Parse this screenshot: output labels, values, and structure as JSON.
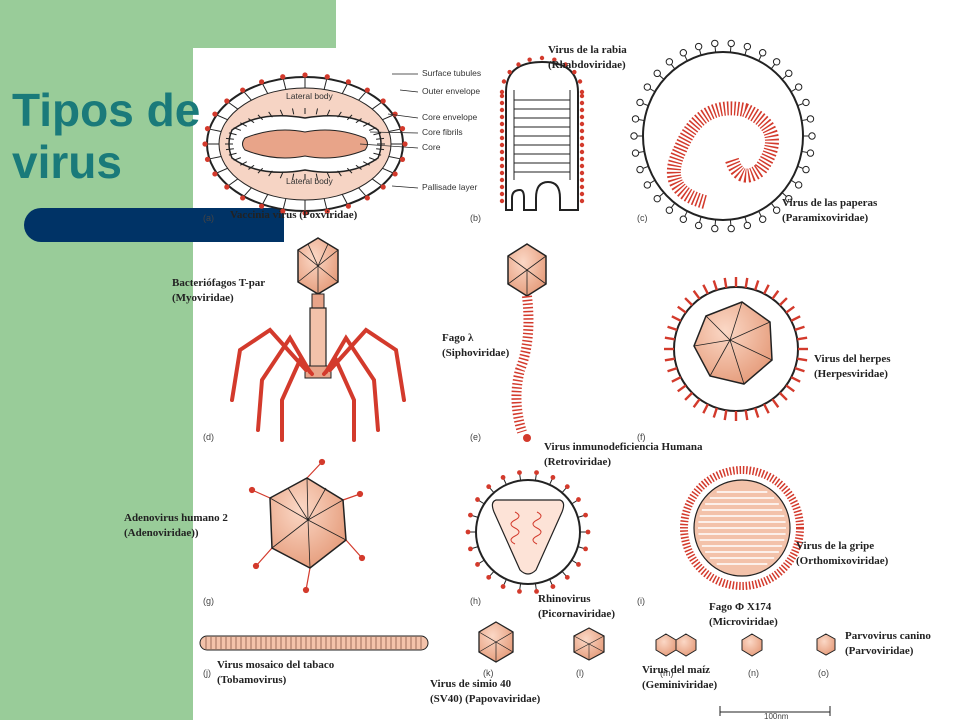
{
  "slide": {
    "title_line1": "Tipos de",
    "title_line2": "virus"
  },
  "colors": {
    "green": "#99cc99",
    "navy": "#003366",
    "title": "#1a7a7a",
    "capsid_fill": "#f0b49a",
    "spike_red": "#d33a2c"
  },
  "panels": [
    "(a)",
    "(b)",
    "(c)",
    "(d)",
    "(e)",
    "(f)",
    "(g)",
    "(h)",
    "(i)",
    "(j)",
    "(k)",
    "(l)",
    "(m)",
    "(n)",
    "(o)"
  ],
  "vaccinia_parts": {
    "surface_tubules": "Surface tubules",
    "outer_envelope": "Outer envelope",
    "core_envelope": "Core envelope",
    "core_fibrils": "Core fibrils",
    "core": "Core",
    "palisade_layer": "Pallisade layer",
    "lateral_body_top": "Lateral body",
    "lateral_body_bottom": "Lateral body"
  },
  "labels": {
    "rabia": {
      "line1": "Virus de la rabia",
      "line2": "(Rhabdoviridae)"
    },
    "vaccinia": {
      "line1": "Vaccinia virus (Poxviridae)"
    },
    "paperas": {
      "line1": "Virus de las paperas",
      "line2": "(Paramixoviridae)"
    },
    "bacteriofagos": {
      "line1": "Bacteriófagos T-par",
      "line2": "(Myoviridae)"
    },
    "fago_lambda": {
      "line1": "Fago λ",
      "line2": "(Siphoviridae)"
    },
    "herpes": {
      "line1": "Virus del herpes",
      "line2": "(Herpesviridae)"
    },
    "vih": {
      "line1": "Virus inmunodeficiencia Humana",
      "line2": "(Retroviridae)"
    },
    "adenovirus": {
      "line1": "Adenovirus humano 2",
      "line2": "(Adenoviridae))"
    },
    "gripe": {
      "line1": "Virus de la gripe",
      "line2": "(Orthomixoviridae)"
    },
    "rhinovirus": {
      "line1": "Rhinovirus",
      "line2": "(Picornaviridae)"
    },
    "fago_phi": {
      "line1": "Fago Φ X174",
      "line2": "(Microviridae)"
    },
    "parvovirus": {
      "line1": "Parvovirus canino",
      "line2": "(Parvoviridae)"
    },
    "tabaco": {
      "line1": "Virus mosaico del tabaco",
      "line2": "(Tobamovirus)"
    },
    "simio": {
      "line1": "Virus de simio 40",
      "line2": "(SV40)  (Papovaviridae)"
    },
    "maiz": {
      "line1": "Virus del maíz",
      "line2": "(Geminiviridae)"
    }
  },
  "scale_bar": {
    "label": "100nm"
  }
}
